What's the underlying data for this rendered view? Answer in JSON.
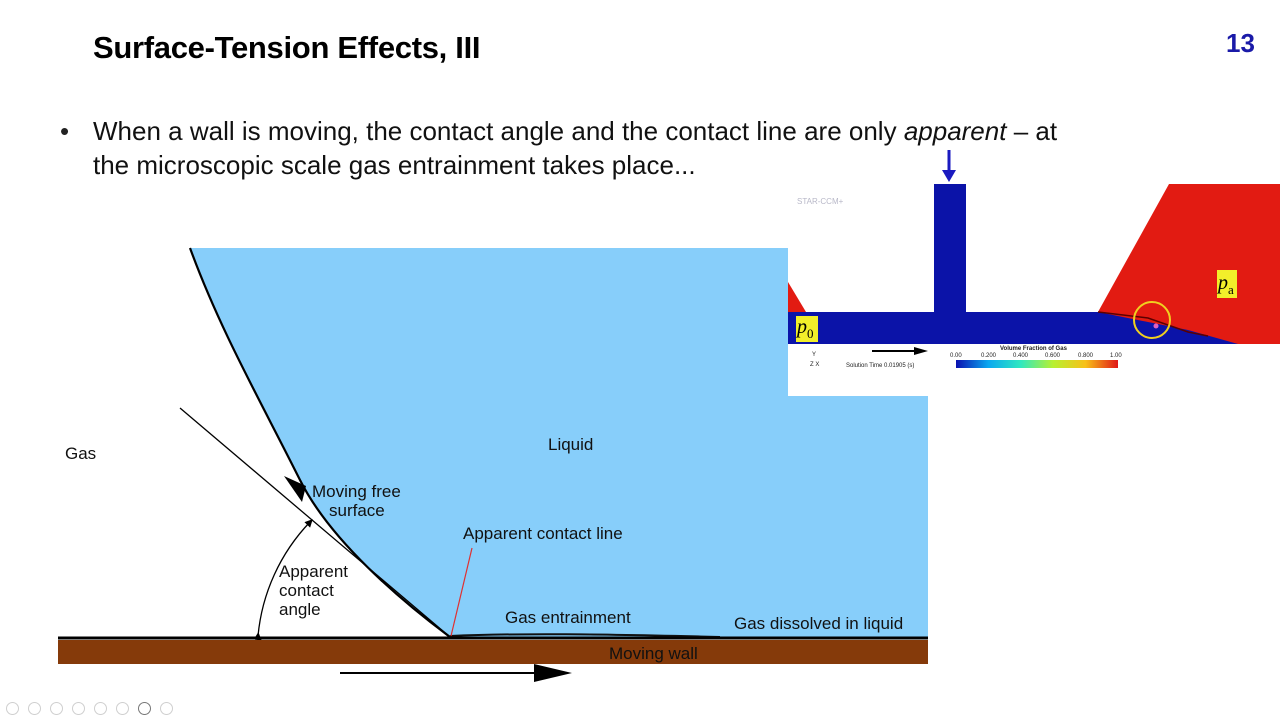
{
  "slide": {
    "title": "Surface-Tension Effects, III",
    "number": "13",
    "bullet": {
      "part1": "When a wall is moving, the contact angle and the contact line are only ",
      "italic": "apparent",
      "part2": " – at",
      "line2": "the microscopic scale gas entrainment takes place..."
    }
  },
  "diagram": {
    "labels": {
      "gas": "Gas",
      "liquid": "Liquid",
      "moving_free_surface_1": "Moving free",
      "moving_free_surface_2": "surface",
      "apparent_contact_line": "Apparent contact line",
      "apparent_contact_angle_1": "Apparent",
      "apparent_contact_angle_2": "contact",
      "apparent_contact_angle_3": "angle",
      "gas_entrainment": "Gas entrainment",
      "gas_dissolved": "Gas dissolved in liquid",
      "moving_wall": "Moving wall"
    },
    "colors": {
      "liquid": "#87cefa",
      "wall": "#853a0a",
      "line": "#000000",
      "contact_line_pointer": "#e03030"
    }
  },
  "cfd": {
    "watermark": "STAR-CCM+",
    "label_p0_base": "p",
    "label_p0_sub": "0",
    "label_pa_base": "p",
    "label_pa_sub": "a",
    "colorbar_title": "Volume Fraction of Gas",
    "colorbar_ticks": [
      "0.00",
      "0.200",
      "0.400",
      "0.600",
      "0.800",
      "1.00"
    ],
    "solution_time": "Solution Time 0.01905 (s)",
    "axis_y": "Y",
    "axis_zx": "Z   X",
    "colors": {
      "gas": "#e21b12",
      "liquid": "#0b13a8",
      "label_bg": "#f2ef2a",
      "marker": "#f0d020"
    }
  }
}
